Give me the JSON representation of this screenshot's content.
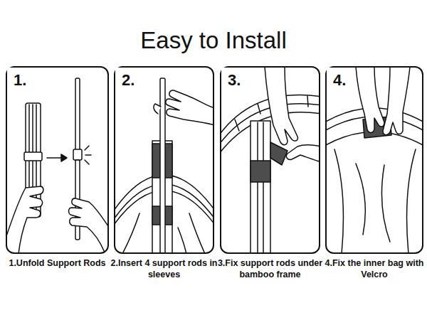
{
  "diagram": {
    "title": "Easy to Install",
    "nodes": [
      {
        "text": [
          "1.",
          "1.Unfold Support Rods"
        ]
      },
      {
        "text": [
          "2.",
          "2.Insert 4 support rods in sleeves"
        ]
      },
      {
        "text": [
          "3.",
          "3.Fix support rods under bamboo frame"
        ]
      },
      {
        "text": [
          "4.",
          "4.Fix the inner bag with Velcro"
        ]
      }
    ]
  }
}
